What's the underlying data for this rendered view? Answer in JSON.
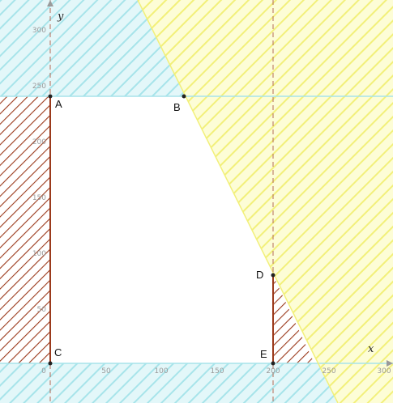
{
  "axes": {
    "x_label": "x",
    "y_label": "y",
    "x_ticks": [
      "0",
      "50",
      "100",
      "150",
      "200",
      "250",
      "300"
    ],
    "y_ticks": [
      "50",
      "100",
      "150",
      "200",
      "250",
      "300"
    ]
  },
  "points": [
    {
      "label": "A"
    },
    {
      "label": "B"
    },
    {
      "label": "C"
    },
    {
      "label": "D"
    },
    {
      "label": "E"
    }
  ],
  "colors": {
    "cyan": "#a7e4ea",
    "yellow": "#f2f07a",
    "brown": "#9b3a1c",
    "axis": "#b46a55"
  }
}
